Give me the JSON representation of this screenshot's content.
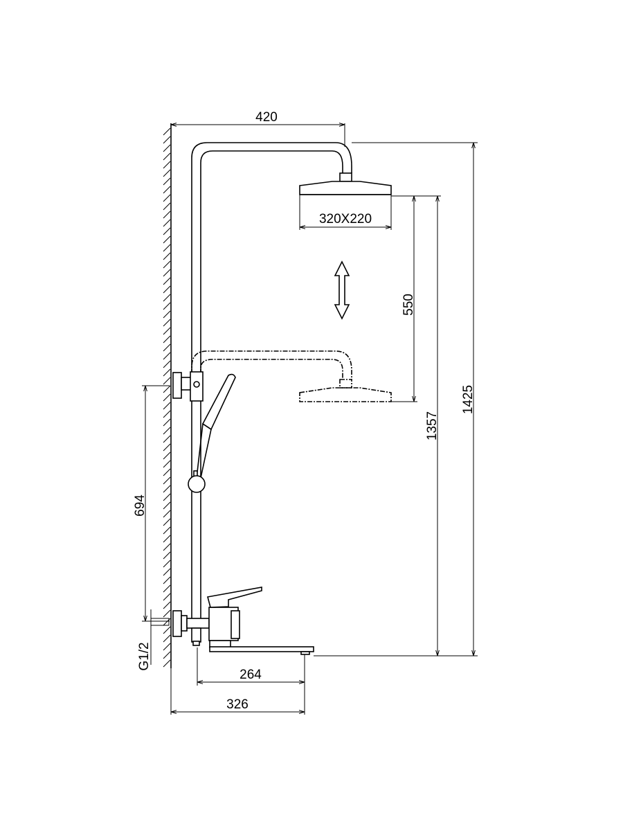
{
  "drawing": {
    "dimensions": {
      "overhead_reach": "420",
      "head_size": "320X220",
      "height_adjust": "550",
      "head_height_low": "1357",
      "total_height": "1425",
      "inlet_spacing": "694",
      "inlet_thread": "G1/2",
      "spout_reach": "264",
      "spout_to_wall": "326"
    },
    "line_color": "#000000"
  }
}
